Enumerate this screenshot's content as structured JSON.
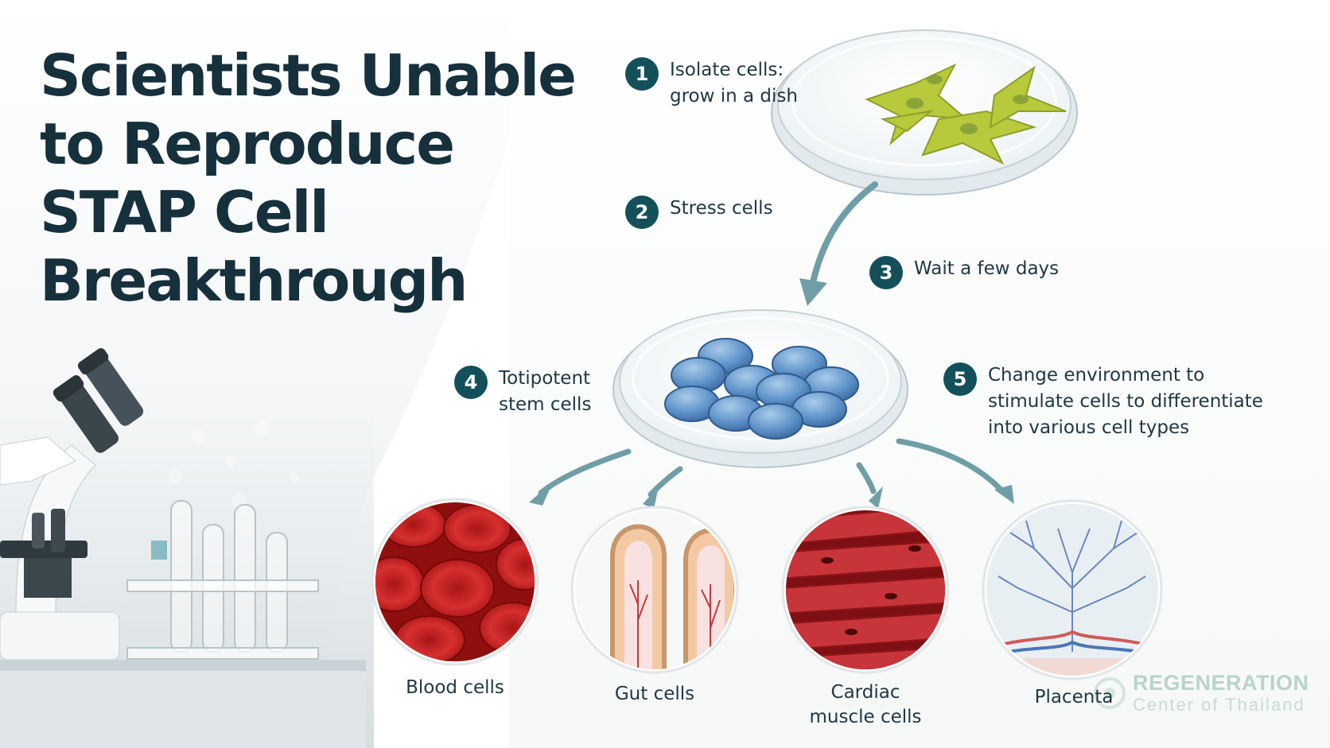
{
  "title": {
    "line1": "Scientists Unable",
    "line2": "to Reproduce",
    "line3": "STAP Cell",
    "line4": "Breakthrough"
  },
  "steps": [
    {
      "number": "1",
      "line1": "Isolate cells:",
      "line2": "grow in a dish"
    },
    {
      "number": "2",
      "line1": "Stress cells",
      "line2": ""
    },
    {
      "number": "3",
      "line1": "Wait a few days",
      "line2": ""
    },
    {
      "number": "4",
      "line1": "Totipotent",
      "line2": "stem cells"
    },
    {
      "number": "5",
      "line1": "Change environment to",
      "line2": "stimulate cells to differentiate",
      "line3": "into various cell types"
    }
  ],
  "cell_types": [
    {
      "line1": "Blood cells",
      "line2": ""
    },
    {
      "line1": "Gut cells",
      "line2": ""
    },
    {
      "line1": "Cardiac",
      "line2": "muscle cells"
    },
    {
      "line1": "Placenta",
      "line2": ""
    }
  ],
  "logo": {
    "main": "REGENERATION",
    "sub": "Center of Thailand"
  },
  "colors": {
    "title": "#16303c",
    "badge": "#13505a",
    "arrow": "#6f9ea6",
    "stressed_cells": "#b8c93c",
    "stem_cells": "#4f86c2",
    "blood": "#c41e1e",
    "cardiac": "#b8262a",
    "gut": "#e8b98f",
    "placenta": "#d9e6ee"
  }
}
